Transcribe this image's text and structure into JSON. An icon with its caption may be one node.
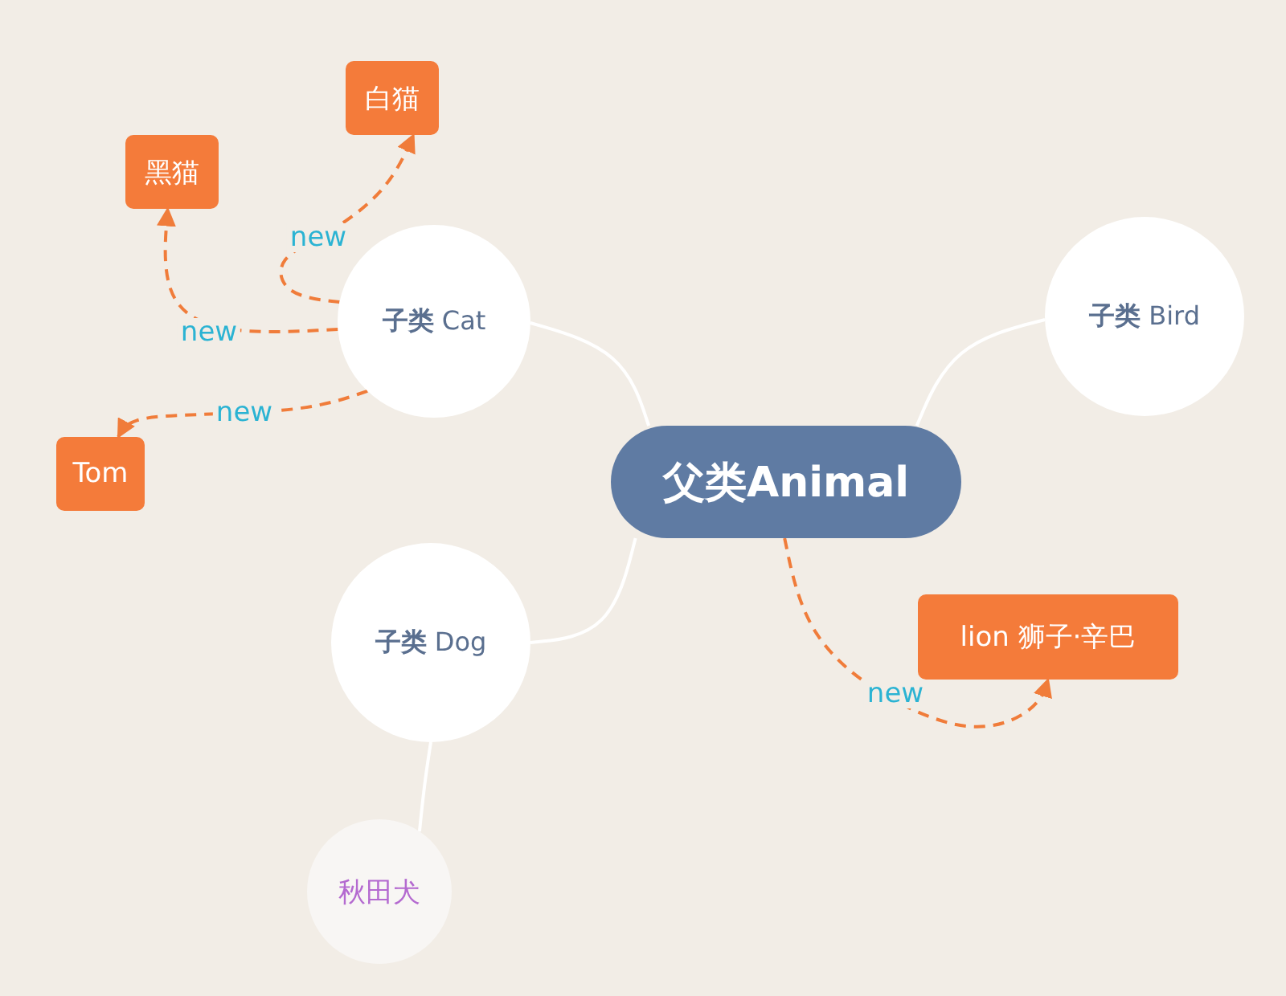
{
  "diagram": {
    "nodes": [
      {
        "text": [
          "父类Animal"
        ]
      },
      {
        "text": [
          "**子类** Cat"
        ]
      },
      {
        "text": [
          "**子类** Bird"
        ]
      },
      {
        "text": [
          "**子类** Dog"
        ]
      },
      {
        "text": [
          "秋田犬"
        ]
      },
      {
        "text": [
          "白猫"
        ]
      },
      {
        "text": [
          "黑猫"
        ]
      },
      {
        "text": [
          "Tom"
        ]
      },
      {
        "text": [
          "lion 狮子·辛巴"
        ]
      }
    ],
    "edges": [
      {
        "from": 0,
        "to": 1,
        "arrow": "none"
      },
      {
        "from": 0,
        "to": 2,
        "arrow": "none"
      },
      {
        "from": 0,
        "to": 3,
        "arrow": "none"
      },
      {
        "from": 3,
        "to": 4,
        "arrow": "none"
      },
      {
        "from": 1,
        "to": 5,
        "arrow": "to",
        "label": "new",
        "style": "dashed",
        "color": "#f07c3a"
      },
      {
        "from": 1,
        "to": 6,
        "arrow": "to",
        "label": "new",
        "style": "dashed",
        "color": "#f07c3a"
      },
      {
        "from": 1,
        "to": 7,
        "arrow": "to",
        "label": "new",
        "style": "dashed",
        "color": "#f07c3a"
      },
      {
        "from": 0,
        "to": 8,
        "arrow": "to",
        "label": "new",
        "style": "dashed",
        "color": "#f07c3a"
      }
    ]
  }
}
